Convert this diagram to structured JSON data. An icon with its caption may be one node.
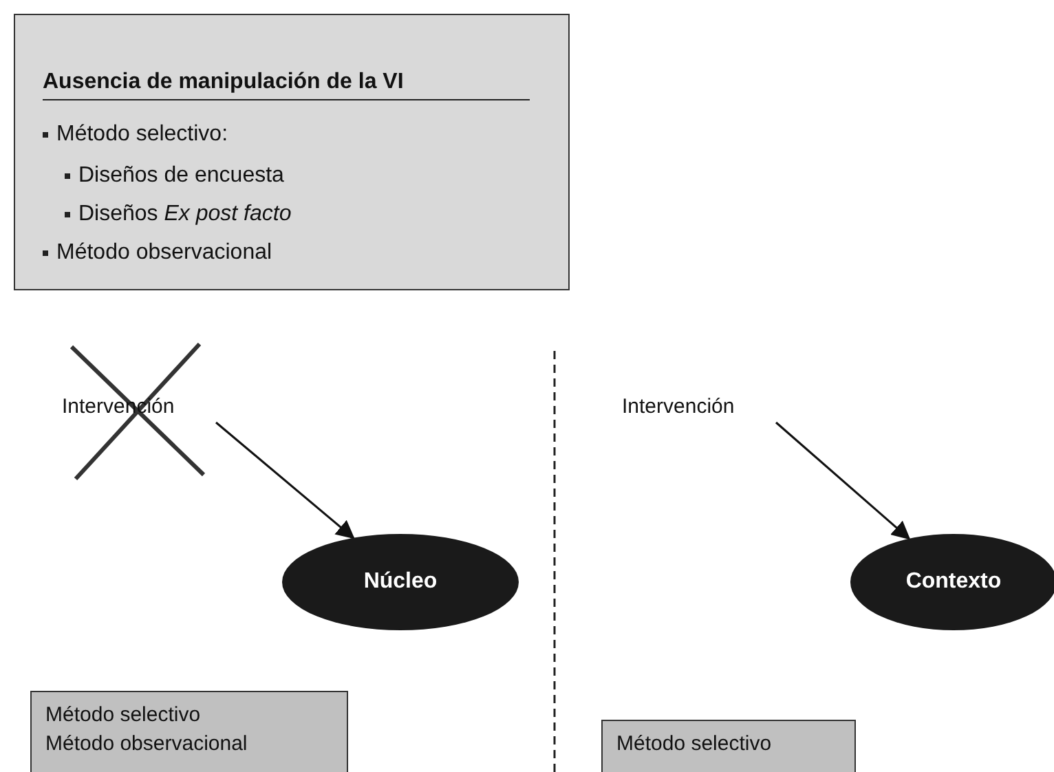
{
  "diagram": {
    "nodes": [
      {
        "text": [
          "Ausencia de manipulación de la VI",
          "Método selectivo:",
          "Diseños de encuesta",
          "Diseños *Ex post facto*",
          "Método observacional"
        ]
      },
      {
        "text": [
          "Intervención"
        ]
      },
      {
        "text": [
          "Núcleo"
        ]
      },
      {
        "text": [
          "Intervención"
        ]
      },
      {
        "text": [
          "Contexto"
        ]
      },
      {
        "text": [
          "Método selectivo",
          "Método observacional"
        ]
      },
      {
        "text": [
          "Método selectivo"
        ]
      }
    ],
    "edges": [
      {
        "from": 1,
        "to": 2,
        "arrow": "to"
      },
      {
        "from": 3,
        "to": 4,
        "arrow": "to"
      }
    ]
  }
}
